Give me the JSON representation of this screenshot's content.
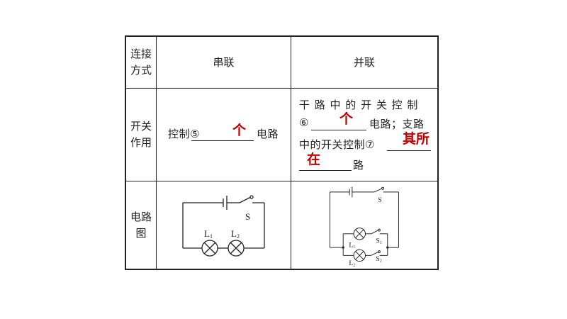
{
  "table": {
    "header": {
      "row_label": "连接\n方式",
      "series": "串联",
      "parallel": "并联"
    },
    "switch_row": {
      "label": "开关\n作用",
      "series": {
        "prefix": "控制⑤",
        "answer": "个",
        "suffix": "电路"
      },
      "parallel": {
        "line1": "干 路 中 的 开 关 控 制",
        "marker6": "⑥",
        "answer6": "个",
        "line2_suffix": "电路；支路",
        "line3_prefix": "中的开关控制⑦",
        "answer7": "其所",
        "answer8": "在",
        "line4_suffix": "路"
      }
    },
    "circuit_row": {
      "label": "电路\n图",
      "series_circuit": {
        "switch": "S",
        "lamp1": "L",
        "lamp1_sub": "1",
        "lamp2": "L",
        "lamp2_sub": "2"
      },
      "parallel_circuit": {
        "switch": "S",
        "lamp1": "L",
        "lamp1_sub": "1",
        "switch1": "S",
        "switch1_sub": "1",
        "lamp2": "L",
        "lamp2_sub": "2",
        "switch2": "S",
        "switch2_sub": "2"
      }
    }
  }
}
